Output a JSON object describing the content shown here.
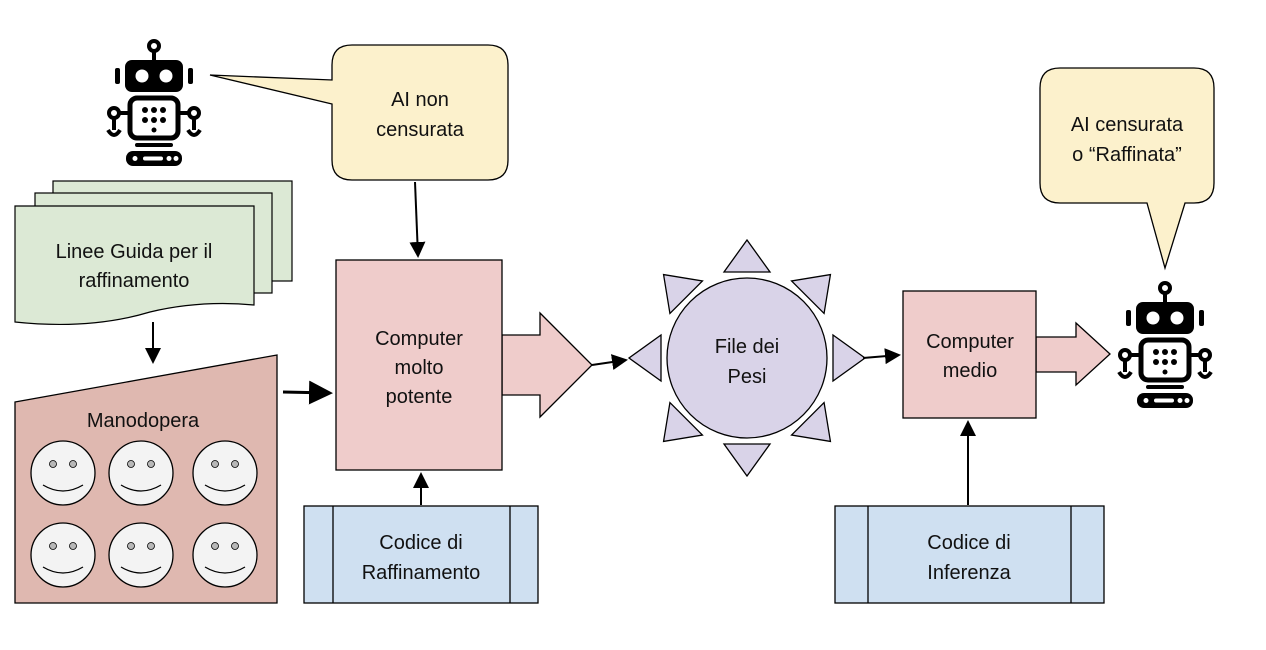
{
  "colors": {
    "bubble": "#fcf1cc",
    "document": "#dce9d5",
    "labor": "#dfb8b0",
    "computer": "#efcccb",
    "weights": "#d9d3e8",
    "code": "#cfe0f1",
    "smiley": "#f3f3f3",
    "smiley_eye": "#b7b7b7"
  },
  "icons": {
    "robot_top": "robot-icon",
    "robot_right": "robot-icon",
    "smiley": "smiley-face-icon"
  },
  "bubble_uncensored": {
    "line1": "AI non",
    "line2": "censurata"
  },
  "bubble_censored": {
    "line1": "AI censurata",
    "line2": "o “Raffinata”"
  },
  "guidelines": {
    "line1": "Linee Guida per il",
    "line2": "raffinamento"
  },
  "labor": {
    "label": "Manodopera"
  },
  "powerful_computer": {
    "line1": "Computer",
    "line2": "molto",
    "line3": "potente"
  },
  "weights": {
    "line1": "File dei",
    "line2": "Pesi"
  },
  "medium_computer": {
    "line1": "Computer",
    "line2": "medio"
  },
  "refinement_code": {
    "line1": "Codice di",
    "line2": "Raffinamento"
  },
  "inference_code": {
    "line1": "Codice di",
    "line2": "Inferenza"
  }
}
